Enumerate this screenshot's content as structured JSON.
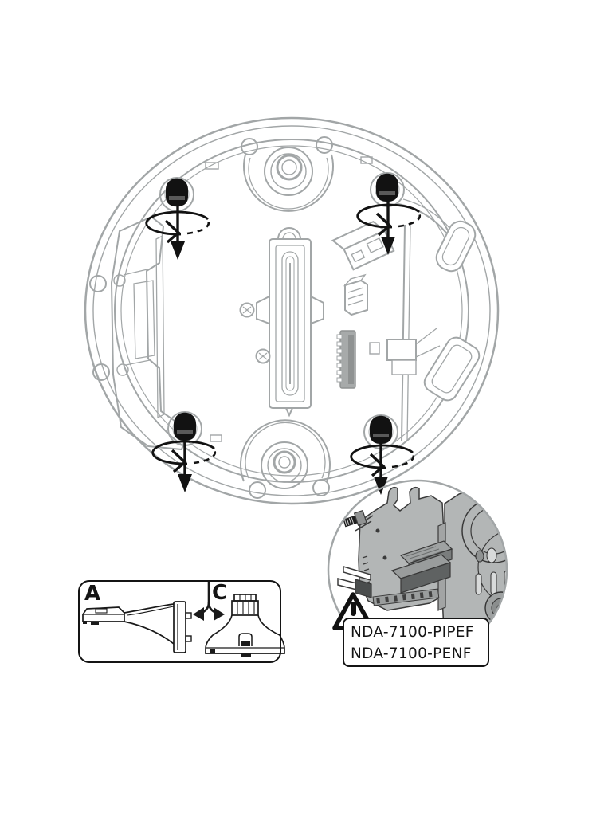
{
  "figure": {
    "type": "installation-step-diagram",
    "background": "#ffffff",
    "colors": {
      "primary_linework": "#a2a6a7",
      "callout_black": "#121212",
      "inset_fill": "#b3b6b6",
      "inset_outline": "#3a3a3a"
    },
    "icons": [
      "captive-screw-icon",
      "rotation-arrow-icon",
      "down-arrow-icon",
      "warning-triangle-icon",
      "split-arrow-icon"
    ],
    "screw_callouts": [
      "top-left",
      "top-right",
      "bottom-left",
      "bottom-right"
    ]
  },
  "mount_options": {
    "label_a": "A",
    "label_c": "C"
  },
  "detail_inset": {
    "part_number_line1": "NDA-7100-PIPEF",
    "part_number_line2": "NDA-7100-PENF",
    "part_numbers": [
      "NDA-7100-PIPEF",
      "NDA-7100-PENF"
    ]
  }
}
